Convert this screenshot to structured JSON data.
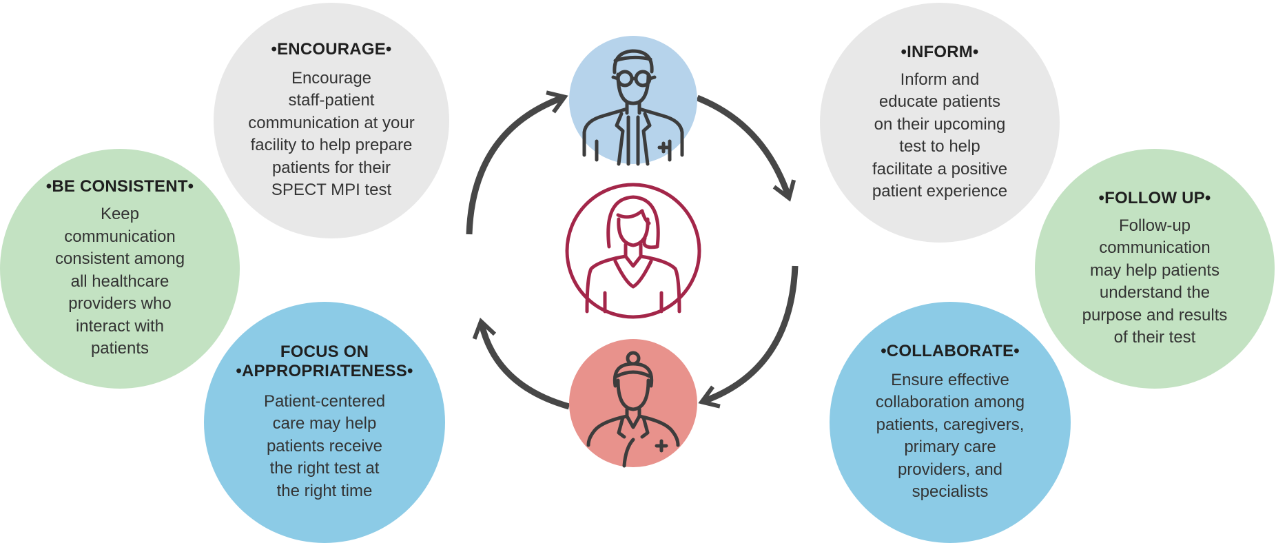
{
  "colors": {
    "gray": "#e8e8e8",
    "green": "#c3e2c2",
    "blue": "#8ccbe6",
    "doctor_circle": "#b6d3eb",
    "nurse_circle": "#e8928c",
    "patient_ring": "#a32649",
    "arrow": "#474747"
  },
  "icons": {
    "top": "doctor-icon",
    "center": "patient-icon",
    "bottom": "nurse-icon"
  },
  "bubbles": {
    "encourage": {
      "title": "•ENCOURAGE•",
      "body": "Encourage\nstaff-patient\ncommunication at your\nfacility to help prepare\npatients for their\nSPECT MPI test"
    },
    "inform": {
      "title": "•INFORM•",
      "body": "Inform and\neducate patients\non their upcoming\ntest to help\nfacilitate a positive\npatient experience"
    },
    "be_consistent": {
      "title": "•BE CONSISTENT•",
      "body": "Keep\ncommunication\nconsistent among\nall healthcare\nproviders who\ninteract with\npatients"
    },
    "follow_up": {
      "title": "•FOLLOW UP•",
      "body": "Follow-up\ncommunication\nmay help patients\nunderstand the\npurpose and results\nof their test"
    },
    "focus": {
      "title_line1": "FOCUS ON",
      "title_line2": "•APPROPRIATENESS•",
      "body": "Patient-centered\ncare may help\npatients receive\nthe right test at\nthe right time"
    },
    "collaborate": {
      "title": "•COLLABORATE•",
      "body": "Ensure effective\ncollaboration among\npatients, caregivers,\nprimary care\nproviders, and\nspecialists"
    }
  }
}
